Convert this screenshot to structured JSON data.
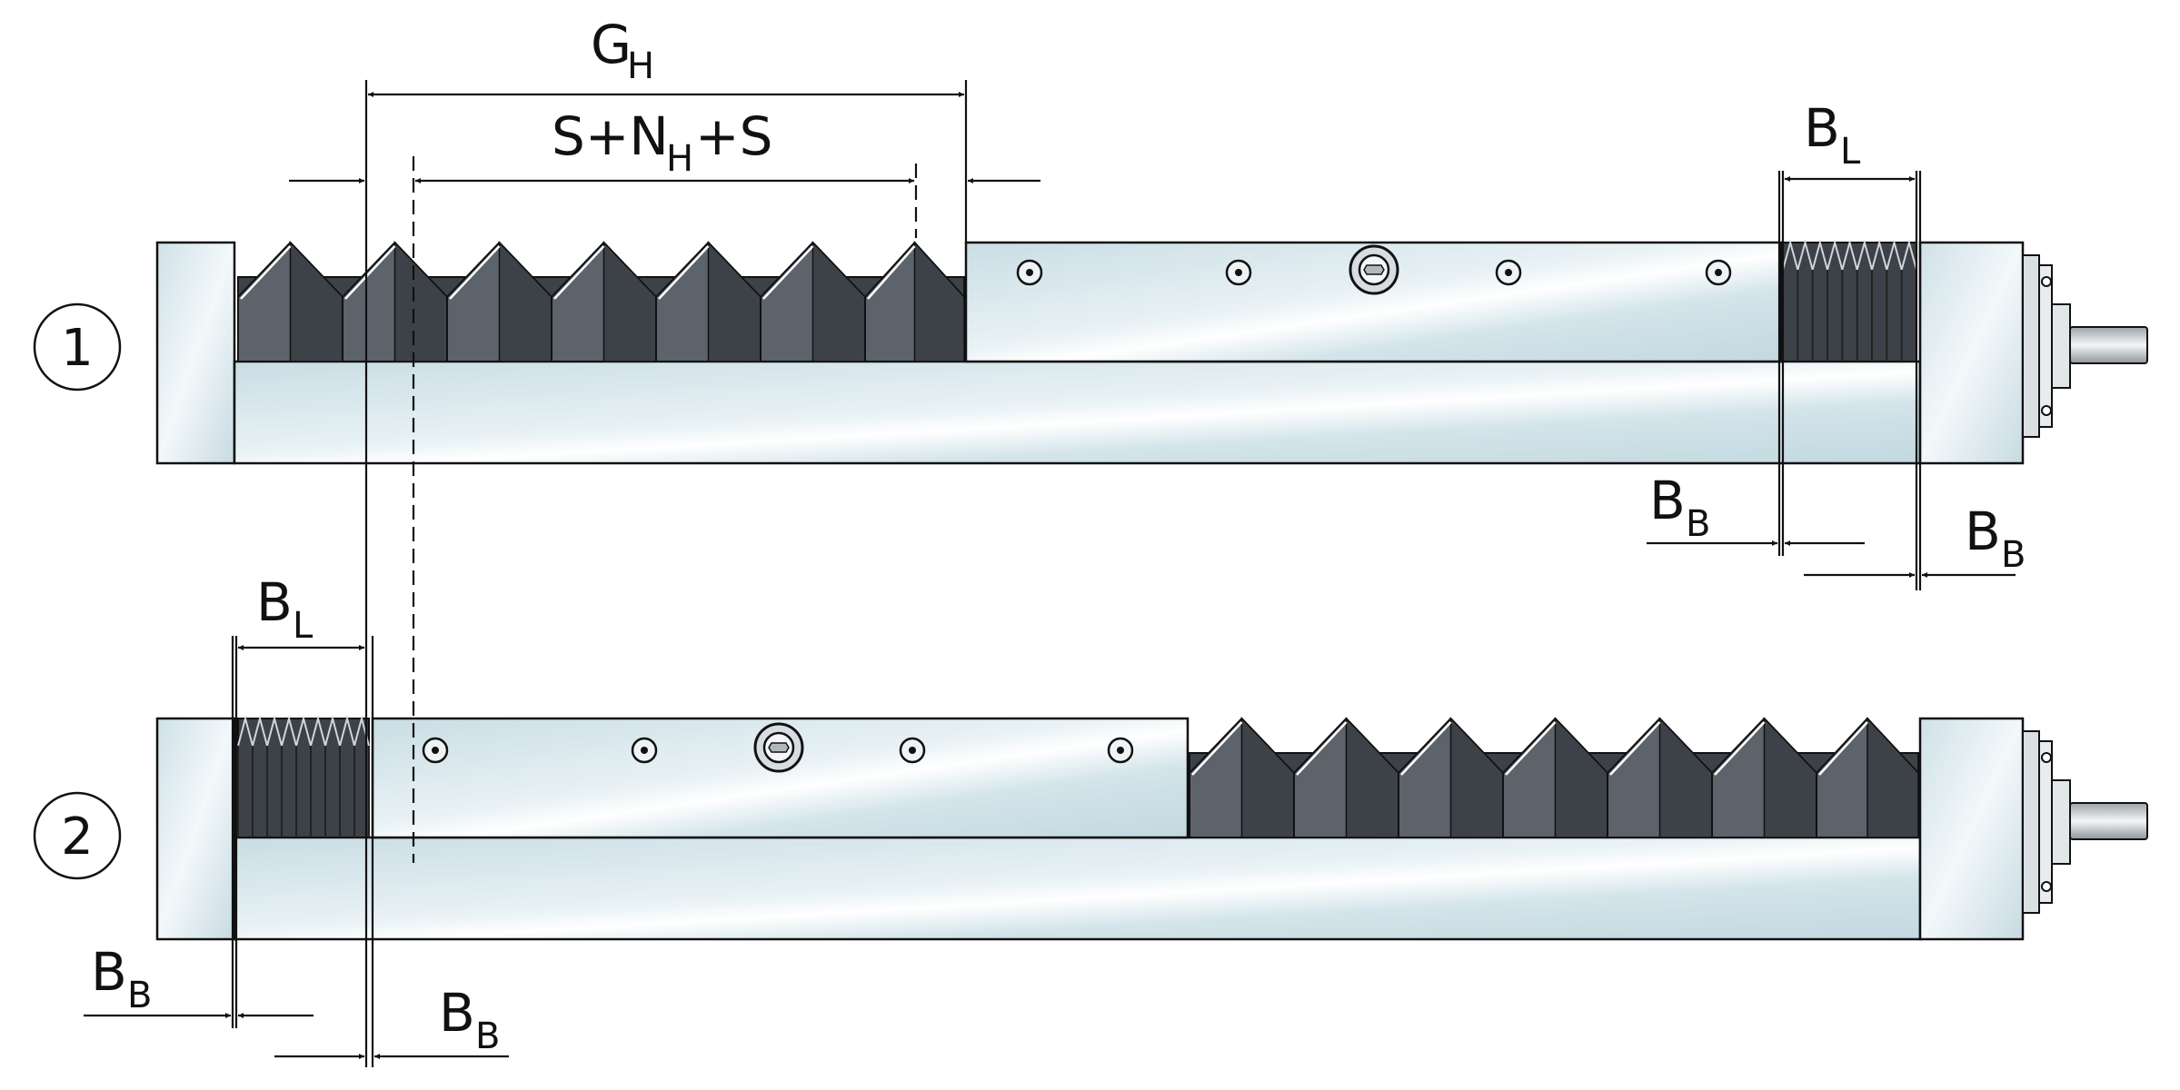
{
  "labels": {
    "gh": {
      "main": "G",
      "sub": "H"
    },
    "snhs": {
      "pre": "S+N",
      "sub": "H",
      "post": "+S"
    },
    "bl": {
      "main": "B",
      "sub": "L"
    },
    "bb": {
      "main": "B",
      "sub": "B"
    },
    "pos1": "1",
    "pos2": "2"
  },
  "colors": {
    "outline": "#111111",
    "metal_light": "#eef5f7",
    "metal": "#cfe2e8",
    "metal_dark": "#b7cfd7",
    "bellows_dark": "#3d4248",
    "bellows_mid": "#5c636b"
  }
}
